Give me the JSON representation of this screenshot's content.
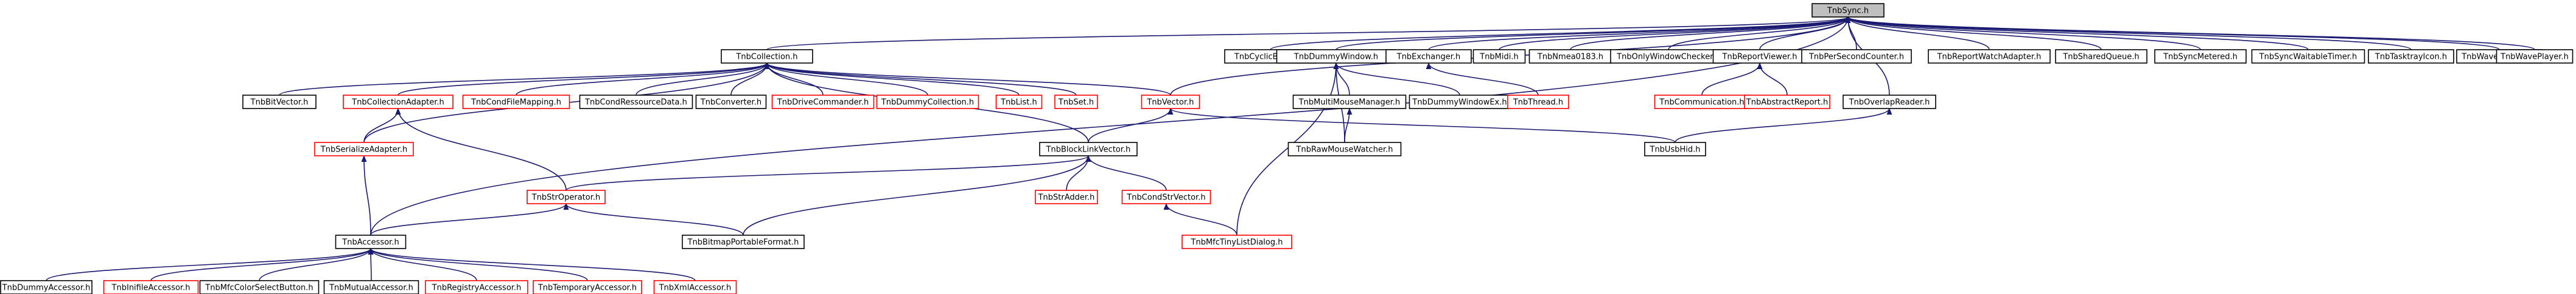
{
  "colors": {
    "edge": "#191970",
    "node_fill": "#ffffff",
    "node_root_fill": "#bfbfbf",
    "node_local_border": "#000000",
    "node_external_border": "#ff0000",
    "text": "#000000"
  },
  "nodes": [
    {
      "id": "sync",
      "label": "TnbSync.h",
      "kind": "root"
    },
    {
      "id": "collection",
      "label": "TnbCollection.h",
      "kind": "local"
    },
    {
      "id": "cyclicbarrier",
      "label": "TnbCyclicBarrier.h",
      "kind": "local"
    },
    {
      "id": "dummywindow",
      "label": "TnbDummyWindow.h",
      "kind": "local"
    },
    {
      "id": "exchanger",
      "label": "TnbExchanger.h",
      "kind": "local"
    },
    {
      "id": "midi",
      "label": "TnbMidi.h",
      "kind": "local"
    },
    {
      "id": "nmea",
      "label": "TnbNmea0183.h",
      "kind": "local"
    },
    {
      "id": "onlywindow",
      "label": "TnbOnlyWindowChecker.h",
      "kind": "local"
    },
    {
      "id": "reportviewer",
      "label": "TnbReportViewer.h",
      "kind": "local"
    },
    {
      "id": "persecond",
      "label": "TnbPerSecondCounter.h",
      "kind": "local"
    },
    {
      "id": "reportwatch",
      "label": "TnbReportWatchAdapter.h",
      "kind": "local"
    },
    {
      "id": "sharedqueue",
      "label": "TnbSharedQueue.h",
      "kind": "local"
    },
    {
      "id": "syncmetered",
      "label": "TnbSyncMetered.h",
      "kind": "local"
    },
    {
      "id": "syncwaitable",
      "label": "TnbSyncWaitableTimer.h",
      "kind": "local"
    },
    {
      "id": "tasktray",
      "label": "TnbTasktrayIcon.h",
      "kind": "local"
    },
    {
      "id": "wavelistener",
      "label": "TnbWaveListener.h",
      "kind": "local"
    },
    {
      "id": "waveplayer",
      "label": "TnbWavePlayer.h",
      "kind": "local"
    },
    {
      "id": "bitvector",
      "label": "TnbBitVector.h",
      "kind": "local"
    },
    {
      "id": "collectionadapter",
      "label": "TnbCollectionAdapter.h",
      "kind": "external"
    },
    {
      "id": "condfilemapping",
      "label": "TnbCondFileMapping.h",
      "kind": "external"
    },
    {
      "id": "condresource",
      "label": "TnbCondRessourceData.h",
      "kind": "local"
    },
    {
      "id": "converter",
      "label": "TnbConverter.h",
      "kind": "local"
    },
    {
      "id": "drivecommander",
      "label": "TnbDriveCommander.h",
      "kind": "external"
    },
    {
      "id": "dummycollection",
      "label": "TnbDummyCollection.h",
      "kind": "external"
    },
    {
      "id": "list",
      "label": "TnbList.h",
      "kind": "external"
    },
    {
      "id": "set",
      "label": "TnbSet.h",
      "kind": "external"
    },
    {
      "id": "vector",
      "label": "TnbVector.h",
      "kind": "external"
    },
    {
      "id": "multimouse",
      "label": "TnbMultiMouseManager.h",
      "kind": "local"
    },
    {
      "id": "dummywindowex",
      "label": "TnbDummyWindowEx.h",
      "kind": "local"
    },
    {
      "id": "thread",
      "label": "TnbThread.h",
      "kind": "external"
    },
    {
      "id": "communication",
      "label": "TnbCommunication.h",
      "kind": "external"
    },
    {
      "id": "abstractreport",
      "label": "TnbAbstractReport.h",
      "kind": "external"
    },
    {
      "id": "overlapreader",
      "label": "TnbOverlapReader.h",
      "kind": "local"
    },
    {
      "id": "serialize",
      "label": "TnbSerializeAdapter.h",
      "kind": "external"
    },
    {
      "id": "blocklink",
      "label": "TnbBlockLinkVector.h",
      "kind": "local"
    },
    {
      "id": "rawmouse",
      "label": "TnbRawMouseWatcher.h",
      "kind": "local"
    },
    {
      "id": "usbhid",
      "label": "TnbUsbHid.h",
      "kind": "local"
    },
    {
      "id": "stroperator",
      "label": "TnbStrOperator.h",
      "kind": "external"
    },
    {
      "id": "stradder",
      "label": "TnbStrAdder.h",
      "kind": "external"
    },
    {
      "id": "condstrvector",
      "label": "TnbCondStrVector.h",
      "kind": "external"
    },
    {
      "id": "accessor",
      "label": "TnbAccessor.h",
      "kind": "local"
    },
    {
      "id": "bitmapportable",
      "label": "TnbBitmapPortableFormat.h",
      "kind": "local"
    },
    {
      "id": "mfctinylist",
      "label": "TnbMfcTinyListDialog.h",
      "kind": "external"
    },
    {
      "id": "dummyaccessor",
      "label": "TnbDummyAccessor.h",
      "kind": "local"
    },
    {
      "id": "inifileaccessor",
      "label": "TnbInifileAccessor.h",
      "kind": "external"
    },
    {
      "id": "mfccolorselect",
      "label": "TnbMfcColorSelectButton.h",
      "kind": "local"
    },
    {
      "id": "mutualaccessor",
      "label": "TnbMutualAccessor.h",
      "kind": "local"
    },
    {
      "id": "registryaccessor",
      "label": "TnbRegistryAccessor.h",
      "kind": "external"
    },
    {
      "id": "temporaryaccessor",
      "label": "TnbTemporaryAccessor.h",
      "kind": "external"
    },
    {
      "id": "xmlaccessor",
      "label": "TnbXmlAccessor.h",
      "kind": "external"
    }
  ],
  "edges": [
    {
      "from": "collection",
      "to": "sync"
    },
    {
      "from": "cyclicbarrier",
      "to": "sync"
    },
    {
      "from": "dummywindow",
      "to": "sync"
    },
    {
      "from": "exchanger",
      "to": "sync"
    },
    {
      "from": "midi",
      "to": "sync"
    },
    {
      "from": "nmea",
      "to": "sync"
    },
    {
      "from": "onlywindow",
      "to": "sync"
    },
    {
      "from": "reportviewer",
      "to": "sync"
    },
    {
      "from": "persecond",
      "to": "sync"
    },
    {
      "from": "reportwatch",
      "to": "sync"
    },
    {
      "from": "sharedqueue",
      "to": "sync"
    },
    {
      "from": "syncmetered",
      "to": "sync"
    },
    {
      "from": "syncwaitable",
      "to": "sync"
    },
    {
      "from": "tasktray",
      "to": "sync"
    },
    {
      "from": "wavelistener",
      "to": "sync"
    },
    {
      "from": "waveplayer",
      "to": "sync"
    },
    {
      "from": "vector",
      "to": "sync"
    },
    {
      "from": "accessor",
      "to": "sync"
    },
    {
      "from": "overlapreader",
      "to": "sync"
    },
    {
      "from": "bitvector",
      "to": "collection"
    },
    {
      "from": "collectionadapter",
      "to": "collection"
    },
    {
      "from": "condfilemapping",
      "to": "collection"
    },
    {
      "from": "condresource",
      "to": "collection"
    },
    {
      "from": "converter",
      "to": "collection"
    },
    {
      "from": "drivecommander",
      "to": "collection"
    },
    {
      "from": "dummycollection",
      "to": "collection"
    },
    {
      "from": "list",
      "to": "collection"
    },
    {
      "from": "set",
      "to": "collection"
    },
    {
      "from": "vector",
      "to": "collection"
    },
    {
      "from": "serialize",
      "to": "collection"
    },
    {
      "from": "blocklink",
      "to": "collection"
    },
    {
      "from": "multimouse",
      "to": "dummywindow"
    },
    {
      "from": "dummywindowex",
      "to": "dummywindow"
    },
    {
      "from": "rawmouse",
      "to": "dummywindow"
    },
    {
      "from": "mfctinylist",
      "to": "dummywindow"
    },
    {
      "from": "thread",
      "to": "exchanger"
    },
    {
      "from": "communication",
      "to": "reportviewer"
    },
    {
      "from": "abstractreport",
      "to": "reportviewer"
    },
    {
      "from": "usbhid",
      "to": "overlapreader"
    },
    {
      "from": "usbhid",
      "to": "vector"
    },
    {
      "from": "serialize",
      "to": "collectionadapter"
    },
    {
      "from": "stroperator",
      "to": "collectionadapter"
    },
    {
      "from": "accessor",
      "to": "serialize"
    },
    {
      "from": "blocklink",
      "to": "vector"
    },
    {
      "from": "rawmouse",
      "to": "multimouse"
    },
    {
      "from": "stradder",
      "to": "blocklink"
    },
    {
      "from": "condstrvector",
      "to": "blocklink"
    },
    {
      "from": "stroperator",
      "to": "blocklink"
    },
    {
      "from": "bitmapportable",
      "to": "blocklink"
    },
    {
      "from": "mfctinylist",
      "to": "condstrvector"
    },
    {
      "from": "accessor",
      "to": "stroperator"
    },
    {
      "from": "bitmapportable",
      "to": "stroperator"
    },
    {
      "from": "dummyaccessor",
      "to": "accessor"
    },
    {
      "from": "inifileaccessor",
      "to": "accessor"
    },
    {
      "from": "mfccolorselect",
      "to": "accessor"
    },
    {
      "from": "mutualaccessor",
      "to": "accessor"
    },
    {
      "from": "registryaccessor",
      "to": "accessor"
    },
    {
      "from": "temporaryaccessor",
      "to": "accessor"
    },
    {
      "from": "xmlaccessor",
      "to": "accessor"
    }
  ]
}
